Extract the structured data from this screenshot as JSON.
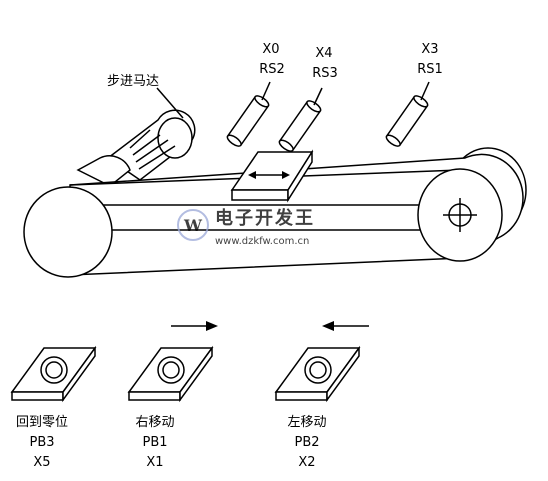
{
  "motor": {
    "label": "步进马达"
  },
  "sensors": [
    {
      "id": "x0",
      "input": "X0",
      "name": "RS2"
    },
    {
      "id": "x4",
      "input": "X4",
      "name": "RS3"
    },
    {
      "id": "x3",
      "input": "X3",
      "name": "RS1"
    }
  ],
  "buttons": [
    {
      "id": "pb3",
      "label": "回到零位",
      "pb": "PB3",
      "input": "X5"
    },
    {
      "id": "pb1",
      "label": "右移动",
      "pb": "PB1",
      "input": "X1"
    },
    {
      "id": "pb2",
      "label": "左移动",
      "pb": "PB2",
      "input": "X2"
    }
  ],
  "watermark": {
    "title": "电子开发王",
    "url": "www.dzkfw.com.cn",
    "color": "#e05a5a"
  }
}
